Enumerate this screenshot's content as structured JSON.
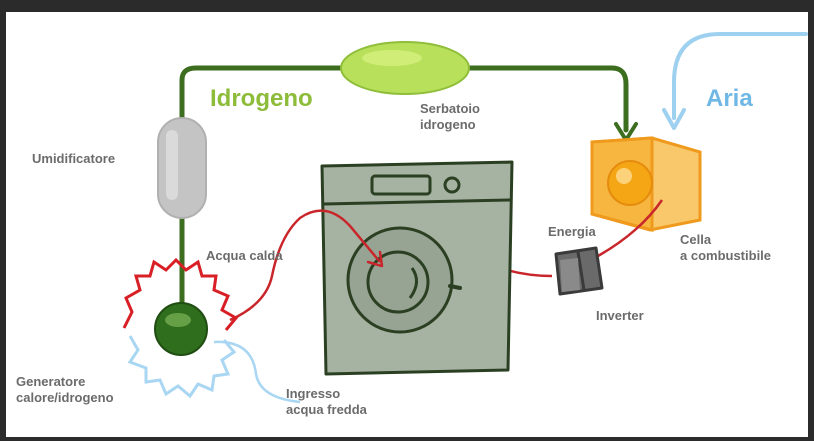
{
  "labels": {
    "idrogeno": "Idrogeno",
    "aria": "Aria",
    "serbatoio_line1": "Serbatoio",
    "serbatoio_line2": "idrogeno",
    "umidificatore": "Umidificatore",
    "acqua_calda": "Acqua calda",
    "energia": "Energia",
    "cella_line1": "Cella",
    "cella_line2": "a combustibile",
    "inverter": "Inverter",
    "generatore_line1": "Generatore",
    "generatore_line2": "calore/idrogeno",
    "ingresso_line1": "Ingresso",
    "ingresso_line2": "acqua fredda"
  },
  "colors": {
    "hydrogen_pipe": "#3d6e1f",
    "tank": "#b8e05a",
    "humidifier": "#c4c4c4",
    "generator": "#2f6e1c",
    "heat": "#d81f26",
    "cold_water": "#a9d6f2",
    "air": "#6fb8e6",
    "fuel_cell": "#f6a623",
    "washer_fill": "#a6b2a2",
    "washer_stroke": "#2b4023",
    "inverter": "#5a5a5a"
  }
}
